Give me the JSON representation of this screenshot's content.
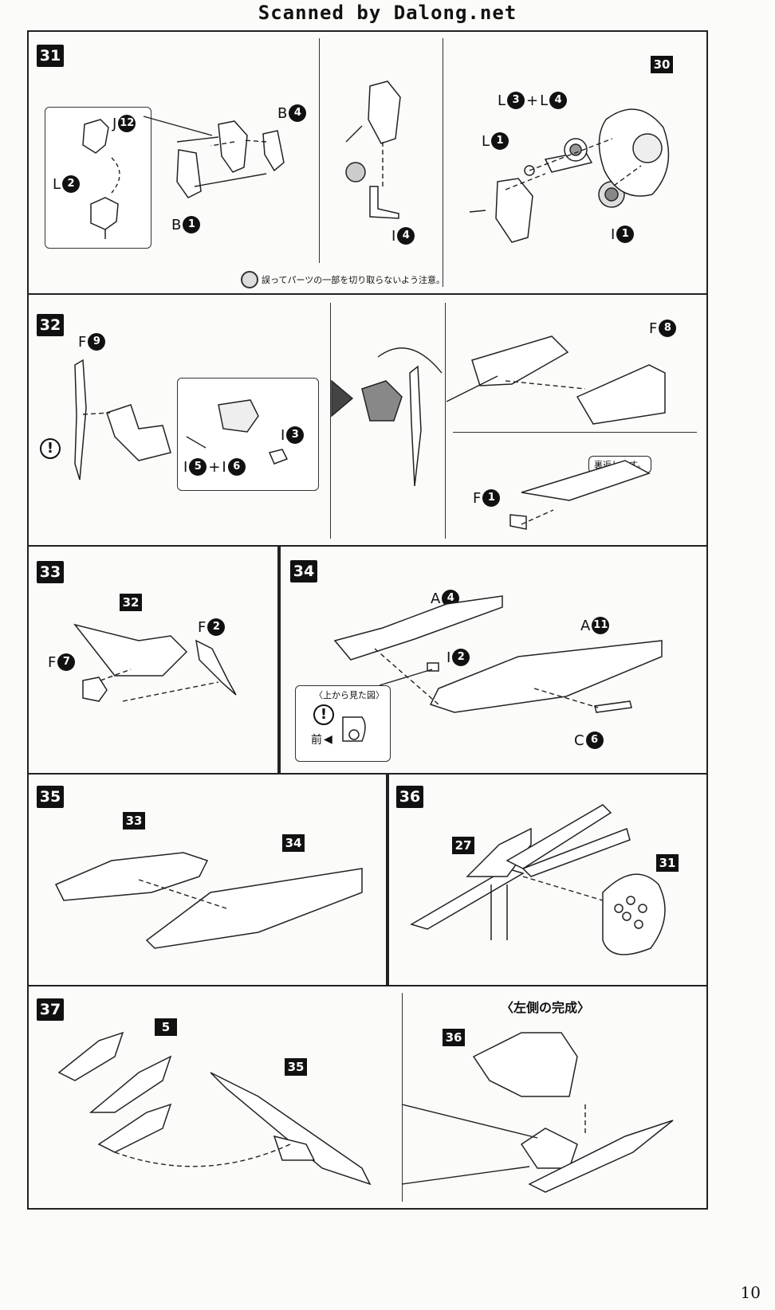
{
  "header": "Scanned by Dalong.net",
  "page_number": "10",
  "steps": {
    "s31": {
      "number": "31",
      "ref_30": "30",
      "j12": {
        "letter": "J",
        "num": "12"
      },
      "l2": {
        "letter": "L",
        "num": "2"
      },
      "b4": {
        "letter": "B",
        "num": "4"
      },
      "b1": {
        "letter": "B",
        "num": "1"
      },
      "i4": {
        "letter": "I",
        "num": "4"
      },
      "l3l4": {
        "a_letter": "L",
        "a_num": "3",
        "plus": "+",
        "b_letter": "L",
        "b_num": "4"
      },
      "l1": {
        "letter": "L",
        "num": "1"
      },
      "i1": {
        "letter": "I",
        "num": "1"
      },
      "note": "誤ってパーツの一部を切り取らないよう注意。"
    },
    "s32": {
      "number": "32",
      "f9": {
        "letter": "F",
        "num": "9"
      },
      "i3": {
        "letter": "I",
        "num": "3"
      },
      "i5i6": {
        "a_letter": "I",
        "a_num": "5",
        "plus": "+",
        "b_letter": "I",
        "b_num": "6"
      },
      "f8": {
        "letter": "F",
        "num": "8"
      },
      "f1": {
        "letter": "F",
        "num": "1"
      },
      "flip_note": "裏返します。",
      "caution": "!"
    },
    "s33": {
      "number": "33",
      "ref_32": "32",
      "f2": {
        "letter": "F",
        "num": "2"
      },
      "f7": {
        "letter": "F",
        "num": "7"
      }
    },
    "s34": {
      "number": "34",
      "a4": {
        "letter": "A",
        "num": "4"
      },
      "a11": {
        "letter": "A",
        "num": "11"
      },
      "i2": {
        "letter": "I",
        "num": "2"
      },
      "c6": {
        "letter": "C",
        "num": "6"
      },
      "inset_title": "〈上から見た図〉",
      "inset_front": "前",
      "caution": "!"
    },
    "s35": {
      "number": "35",
      "ref_33": "33",
      "ref_34": "34"
    },
    "s36": {
      "number": "36",
      "ref_27": "27",
      "ref_31": "31"
    },
    "s37": {
      "number": "37",
      "ref_5": "5",
      "ref_35": "35",
      "ref_36": "36",
      "complete_title": "〈左側の完成〉"
    }
  }
}
